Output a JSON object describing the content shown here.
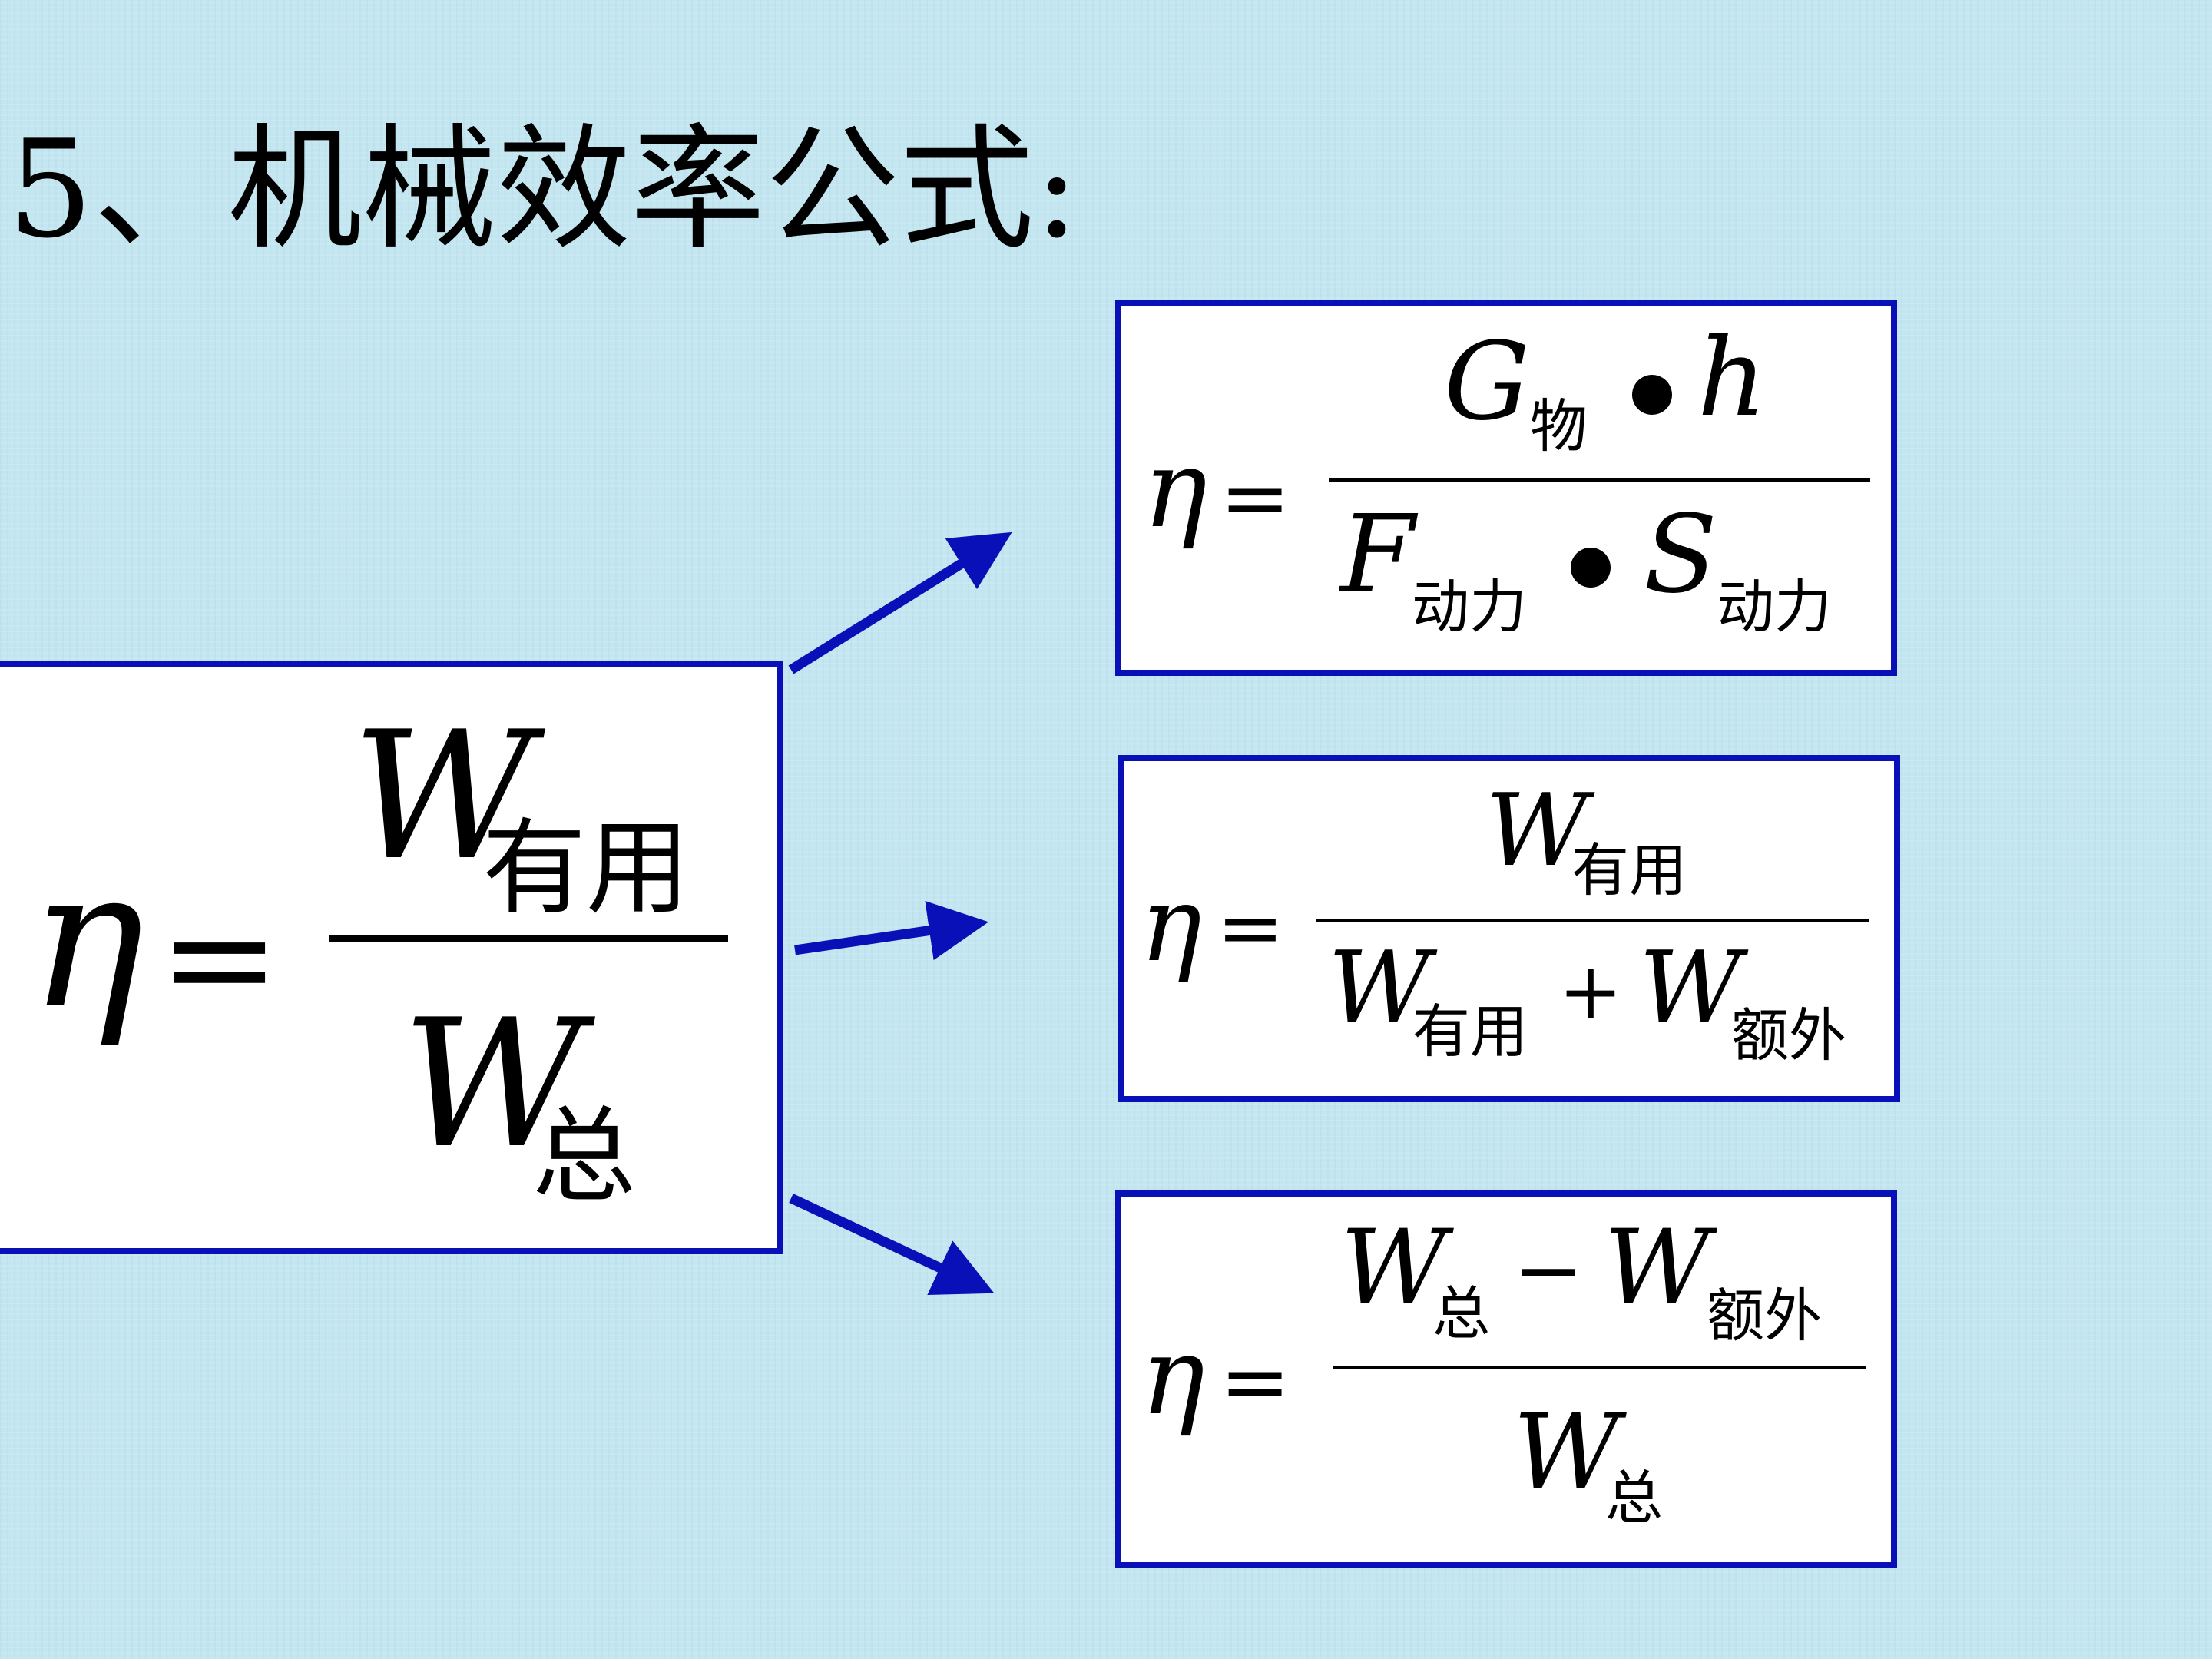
{
  "title": "5、机械效率公式:",
  "main_formula": {
    "lhs": "η",
    "eq": "=",
    "num_var": "W",
    "num_sub": "有用",
    "den_var": "W",
    "den_sub": "总"
  },
  "formula_1": {
    "lhs": "η",
    "eq": "=",
    "num_a": "G",
    "num_a_sub": "物",
    "num_b": "h",
    "den_a": "F",
    "den_a_sub": "动力",
    "den_b": "S",
    "den_b_sub": "动力"
  },
  "formula_2": {
    "lhs": "η",
    "eq": "=",
    "num_var": "W",
    "num_sub": "有用",
    "den_a": "W",
    "den_a_sub": "有用",
    "den_op": "+",
    "den_b": "W",
    "den_b_sub": "额外"
  },
  "formula_3": {
    "lhs": "η",
    "eq": "=",
    "num_a": "W",
    "num_a_sub": "总",
    "num_op": "−",
    "num_b": "W",
    "num_b_sub": "额外",
    "den_var": "W",
    "den_sub": "总"
  },
  "colors": {
    "border": "#0a10b8",
    "arrow": "#0a10b8",
    "background": "#c3e6f0"
  }
}
